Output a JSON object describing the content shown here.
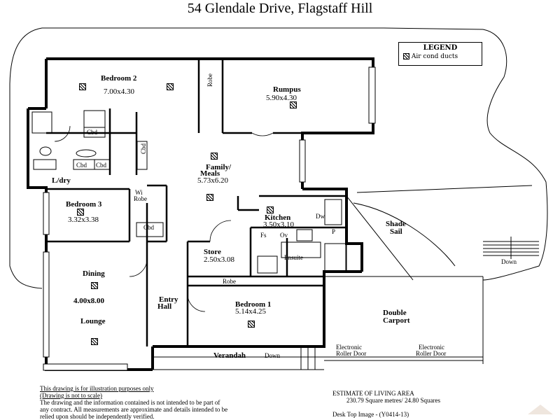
{
  "title": "54 Glendale Drive, Flagstaff Hill",
  "legend": {
    "heading": "LEGEND",
    "item": "Air cond ducts"
  },
  "rooms": {
    "bedroom2": {
      "name": "Bedroom 2",
      "size": "7.00x4.30"
    },
    "robe_top": "Robe",
    "rumpus": {
      "name": "Rumpus",
      "size": "5.90x4.30"
    },
    "cbd1": "Cbd",
    "cbd_wall": "Cbd",
    "cbd2": "Cbd",
    "cbd3": "Cbd",
    "laundry": "L/dry",
    "family": {
      "name": "Family/",
      "name2": "Meals",
      "size": "5.73x6.20"
    },
    "bedroom3": {
      "name": "Bedroom 3",
      "size": "3.32x3.38"
    },
    "wi_robe": {
      "line1": "Wi",
      "line2": "Robe"
    },
    "cbd4": "Cbd",
    "kitchen": {
      "name": "Kitchen",
      "size": "3.50x3.10"
    },
    "dw": "Dw",
    "fs": "Fs",
    "ov": "Ov",
    "p": "P",
    "shade": {
      "line1": "Shade",
      "line2": "Sail"
    },
    "store": {
      "name": "Store",
      "size": "2.50x3.08"
    },
    "ensuite": "Ensuite",
    "robe_mid": "Robe",
    "dining": "Dining",
    "dining_size": "4.00x8.00",
    "lounge": "Lounge",
    "entry": {
      "line1": "Entry",
      "line2": "Hall"
    },
    "bedroom1": {
      "name": "Bedroom 1",
      "size": "5.14x4.25"
    },
    "carport": {
      "line1": "Double",
      "line2": "Carport"
    },
    "door1": {
      "line1": "Electronic",
      "line2": "Roller Door"
    },
    "door2": {
      "line1": "Electronic",
      "line2": "Roller Door"
    },
    "verandah": "Verandah",
    "down1": "Down",
    "down2": "Down"
  },
  "disclaimer": {
    "line1": "This drawing is for illustration purposes only",
    "line2": "(Drawing is not to scale)",
    "body": "The drawing and the information contained is not intended to be part of any contract.  All measurements are approximate and details intended to be relied upon should be independently verified."
  },
  "area": {
    "heading": "ESTIMATE OF LIVING AREA",
    "value": "230.79  Square metres/ 24.80 Squares",
    "footer": "Desk Top Image -  (Y0414-13)"
  }
}
